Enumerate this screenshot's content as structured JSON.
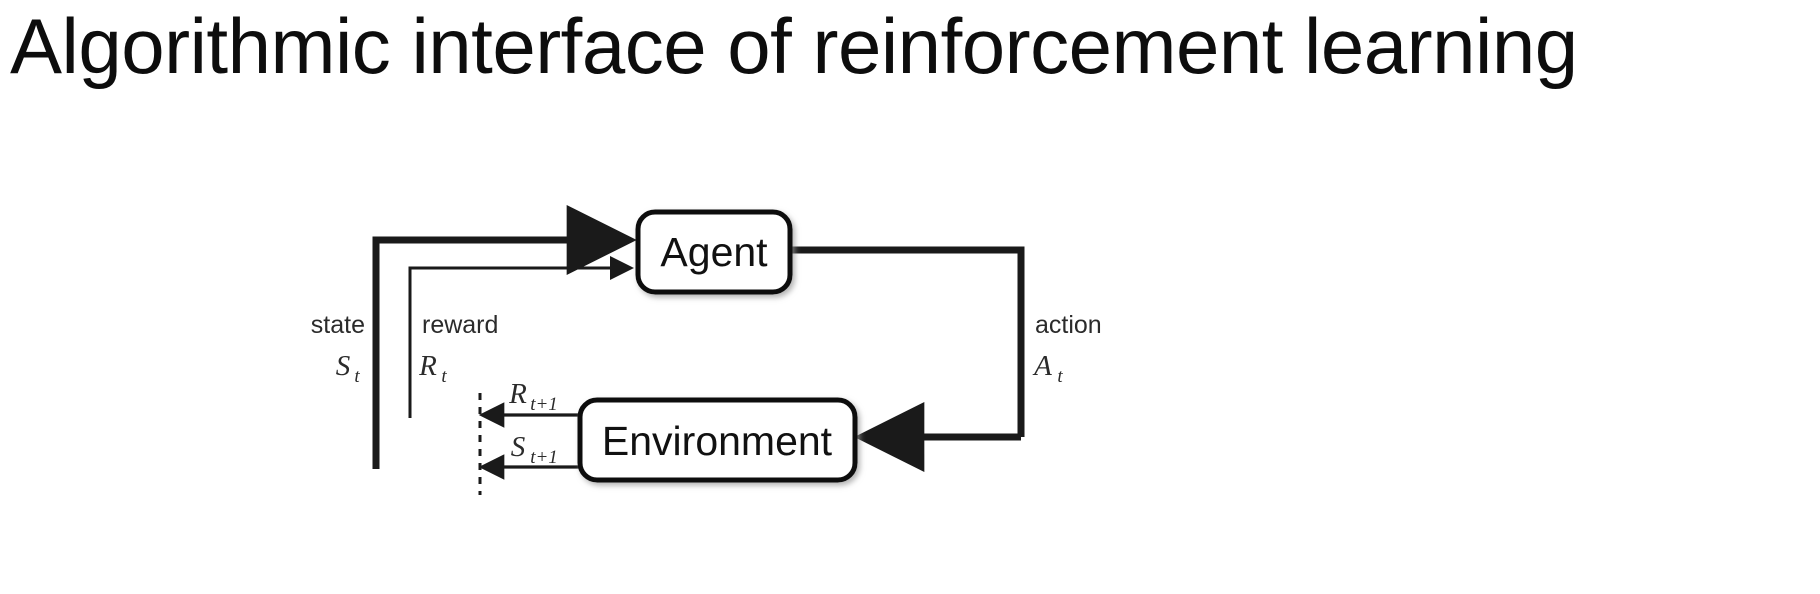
{
  "slide": {
    "title": "Algorithmic interface of reinforcement learning",
    "background_color": "#ffffff",
    "text_color": "#0d0d0d"
  },
  "diagram": {
    "name": "agent-environment-interaction-loop",
    "line_color": "#1a1a1a",
    "boxes": [
      {
        "id": "agent",
        "label": "Agent"
      },
      {
        "id": "environment",
        "label": "Environment"
      }
    ],
    "labels": {
      "state_word": "state",
      "state_symbol": "S",
      "state_subscript": "t",
      "reward_word": "reward",
      "reward_symbol": "R",
      "reward_subscript": "t",
      "action_word": "action",
      "action_symbol": "A",
      "action_subscript": "t",
      "next_reward_symbol": "R",
      "next_reward_subscript": "t+1",
      "next_state_symbol": "S",
      "next_state_subscript": "t+1"
    },
    "edges": [
      {
        "id": "state-to-agent",
        "from": "environment",
        "to": "agent",
        "label": "state S_t"
      },
      {
        "id": "reward-to-agent",
        "from": "environment",
        "to": "agent",
        "label": "reward R_t"
      },
      {
        "id": "action-to-environment",
        "from": "agent",
        "to": "environment",
        "label": "action A_t"
      },
      {
        "id": "next-reward-from-environment",
        "from": "environment",
        "to": "time-boundary",
        "label": "R_t+1"
      },
      {
        "id": "next-state-from-environment",
        "from": "environment",
        "to": "time-boundary",
        "label": "S_t+1"
      }
    ],
    "time_boundary": {
      "id": "time-step-boundary",
      "style": "dashed-vertical-line"
    }
  }
}
